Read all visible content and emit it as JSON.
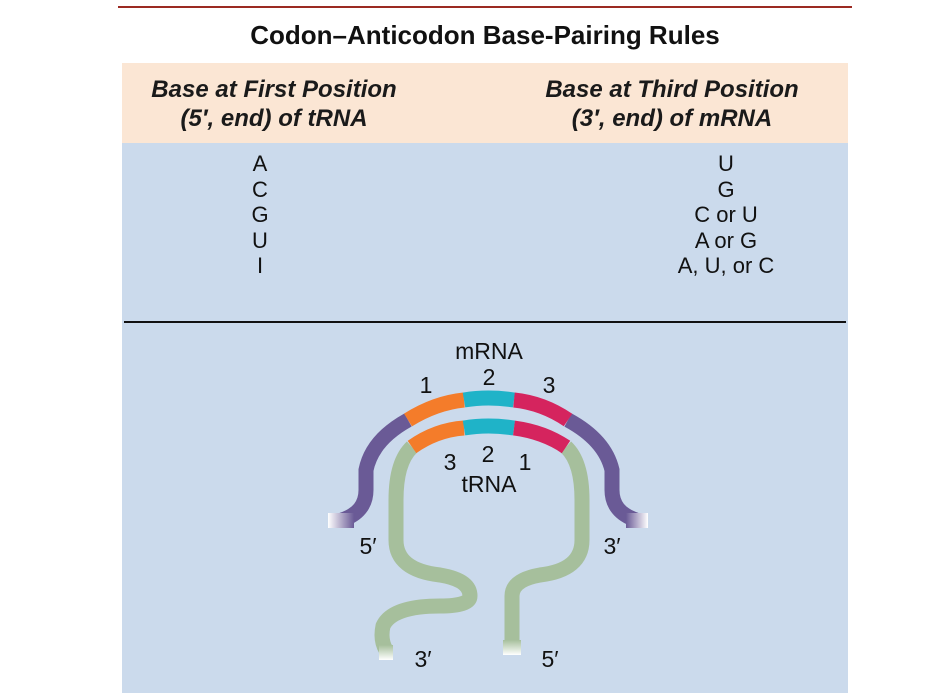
{
  "title": "Codon–Anticodon Base-Pairing Rules",
  "table": {
    "left_header_line1": "Base at First Position",
    "left_header_line2": "(5′, end) of tRNA",
    "right_header_line1": "Base at Third Position",
    "right_header_line2": "(3′, end) of mRNA",
    "rows": [
      {
        "first": "A",
        "third": "U"
      },
      {
        "first": "C",
        "third": "G"
      },
      {
        "first": "G",
        "third": "C or U"
      },
      {
        "first": "U",
        "third": "A or G"
      },
      {
        "first": "I",
        "third": "A, U, or C"
      }
    ]
  },
  "diagram": {
    "mrna_label": "mRNA",
    "trna_label": "tRNA",
    "mrna_positions": [
      "1",
      "2",
      "3"
    ],
    "trna_positions": [
      "3",
      "2",
      "1"
    ],
    "mrna_left_end": "5′",
    "mrna_right_end": "3′",
    "trna_left_end": "3′",
    "trna_right_end": "5′",
    "colors": {
      "position_1": "#f47c2a",
      "position_2": "#1fb3c8",
      "position_3": "#d5245e",
      "mrna_strand": "#6a5a96",
      "trna_strand": "#a6bf9c",
      "background": "#cbdaec",
      "header_background": "#fbe6d4"
    }
  }
}
